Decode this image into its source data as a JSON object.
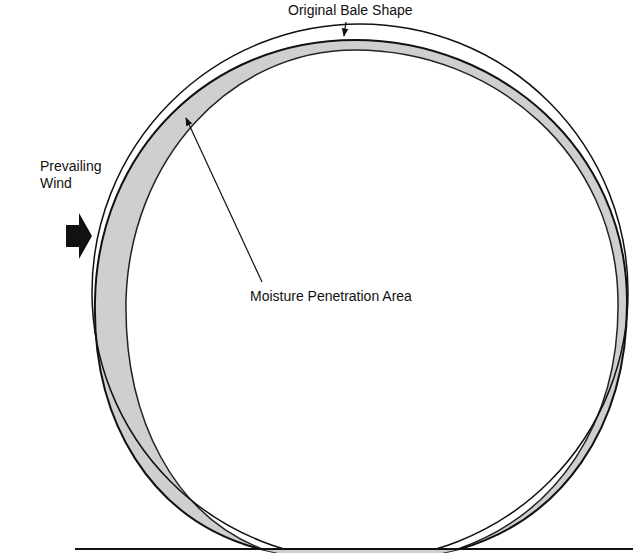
{
  "diagram": {
    "labels": [
      "Original Bale Shape",
      "Prevailing Wind",
      "Moisture Penetration Area"
    ]
  }
}
